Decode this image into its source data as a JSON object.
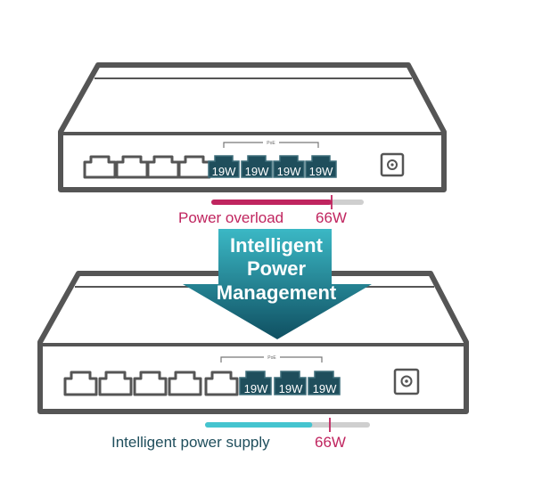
{
  "colors": {
    "outline": "#555555",
    "poe_port": "#1f4e5c",
    "overload": "#c0255f",
    "supply": "#45c4cf",
    "bar_bg": "#cfcfcf",
    "arrow_top": "#3bb8c5",
    "arrow_bottom": "#0f4f61"
  },
  "top_switch": {
    "poe_label": "PoE",
    "port_labels": [
      "19W",
      "19W",
      "19W",
      "19W"
    ],
    "bar_fill_fraction": 0.79,
    "status_text": "Power overload",
    "budget_text": "66W"
  },
  "arrow": {
    "line1": "Intelligent",
    "line2": "Power",
    "line3": "Management"
  },
  "bottom_switch": {
    "poe_label": "PoE",
    "port_labels": [
      "19W",
      "19W",
      "19W"
    ],
    "bar_fill_fraction": 0.65,
    "status_text": "Intelligent power supply",
    "budget_text": "66W"
  }
}
